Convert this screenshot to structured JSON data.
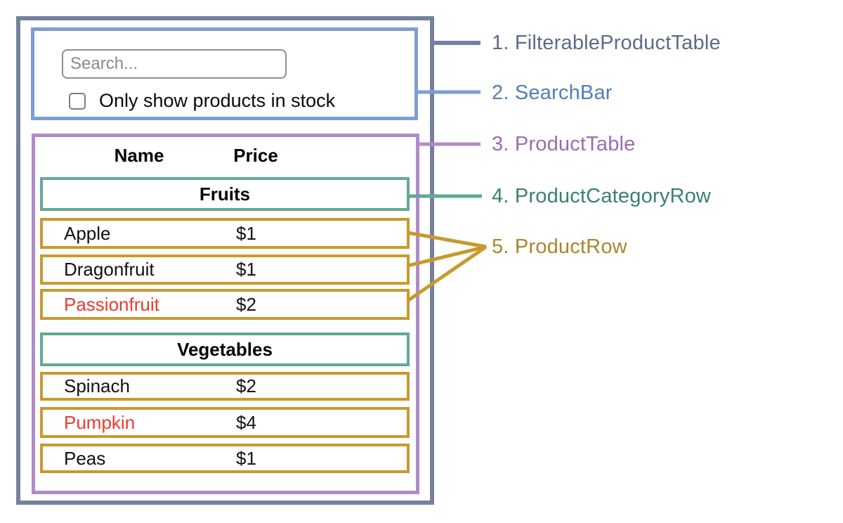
{
  "colors": {
    "slate_border": "#75819c",
    "slate_label": "#5c6b88",
    "blue_border": "#7b9ed3",
    "blue_label": "#4d7ec0",
    "purple_border": "#b18bc9",
    "purple_label": "#9a6cb0",
    "teal_border": "#64a797",
    "teal_label": "#3a8071",
    "gold_border": "#c9992e",
    "gold_label": "#a8862c",
    "out_of_stock_red": "#f0392b"
  },
  "search_bar": {
    "input_placeholder": "Search...",
    "input_value": "",
    "checkbox_label": "Only show products in stock",
    "checkbox_checked": false
  },
  "table": {
    "columns": [
      "Name",
      "Price"
    ],
    "sections": [
      {
        "category": "Fruits",
        "products": [
          {
            "name": "Apple",
            "price": "$1",
            "in_stock": true
          },
          {
            "name": "Dragonfruit",
            "price": "$1",
            "in_stock": true
          },
          {
            "name": "Passionfruit",
            "price": "$2",
            "in_stock": false
          }
        ]
      },
      {
        "category": "Vegetables",
        "products": [
          {
            "name": "Spinach",
            "price": "$2",
            "in_stock": true
          },
          {
            "name": "Pumpkin",
            "price": "$4",
            "in_stock": false
          },
          {
            "name": "Peas",
            "price": "$1",
            "in_stock": true
          }
        ]
      }
    ]
  },
  "legend": {
    "items": [
      {
        "label": "1. FilterableProductTable"
      },
      {
        "label": "2. SearchBar"
      },
      {
        "label": "3. ProductTable"
      },
      {
        "label": "4. ProductCategoryRow"
      },
      {
        "label": "5. ProductRow"
      }
    ]
  }
}
